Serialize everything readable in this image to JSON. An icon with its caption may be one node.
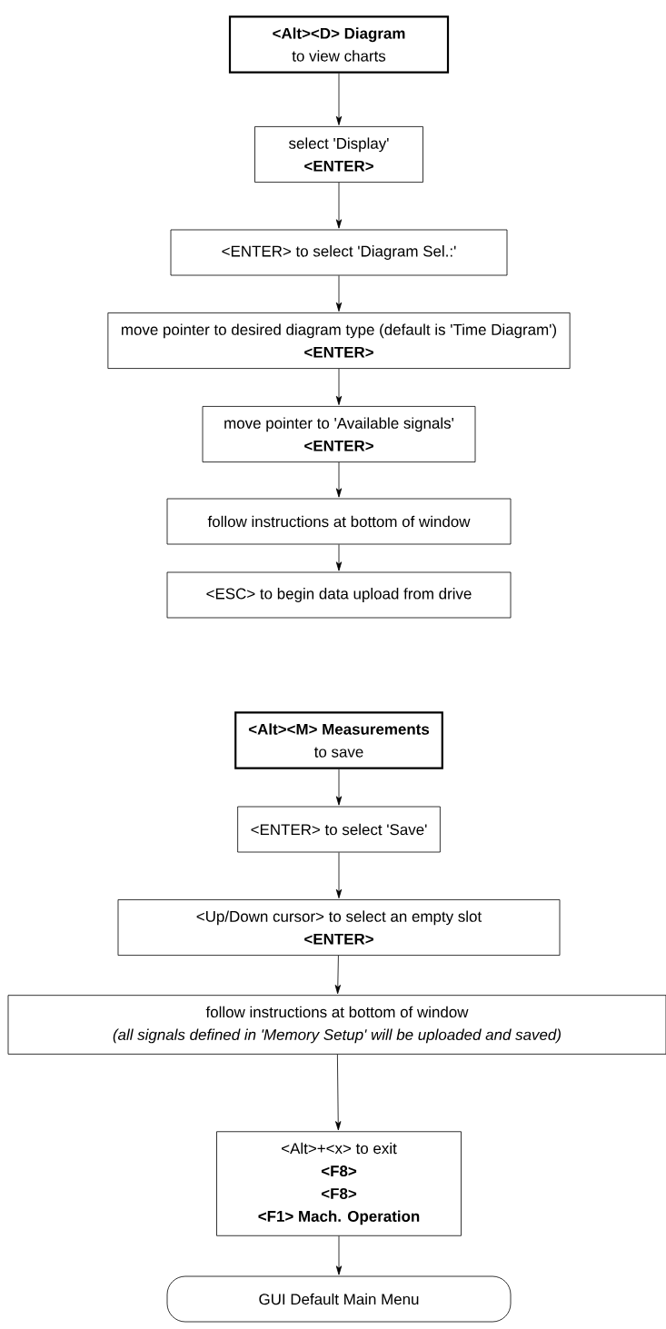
{
  "diagram": {
    "nodes": [
      {
        "text": [
          "<Alt><D> Diagram",
          "to view charts"
        ]
      },
      {
        "text": [
          "select 'Display'",
          "<ENTER>"
        ]
      },
      {
        "text": [
          "<ENTER> to select 'Diagram Sel.:'"
        ]
      },
      {
        "text": [
          "move pointer to desired diagram type (default is 'Time Diagram')",
          "<ENTER>"
        ]
      },
      {
        "text": [
          "move pointer to 'Available signals'",
          "<ENTER>"
        ]
      },
      {
        "text": [
          "follow instructions at bottom of window"
        ]
      },
      {
        "text": [
          "<ESC> to begin data upload from drive"
        ]
      },
      {
        "text": [
          "<Alt><M> Measurements",
          "to save"
        ]
      },
      {
        "text": [
          "<ENTER> to select 'Save'"
        ]
      },
      {
        "text": [
          "<Up/Down cursor> to select an empty slot",
          "<ENTER>"
        ]
      },
      {
        "text": [
          "follow instructions at bottom of window",
          "(all signals defined in 'Memory Setup' will be uploaded and saved)"
        ]
      },
      {
        "text": [
          "<Alt>+<x> to exit",
          "<F8>",
          "<F8>",
          "<F1> Mach. Operation"
        ]
      },
      {
        "text": [
          "GUI Default Main Menu"
        ]
      }
    ],
    "edges": [
      {
        "from": 0,
        "to": 1,
        "arrow": "to"
      },
      {
        "from": 1,
        "to": 2,
        "arrow": "to"
      },
      {
        "from": 2,
        "to": 3,
        "arrow": "to"
      },
      {
        "from": 3,
        "to": 4,
        "arrow": "to"
      },
      {
        "from": 4,
        "to": 5,
        "arrow": "to"
      },
      {
        "from": 5,
        "to": 6,
        "arrow": "to"
      },
      {
        "from": 7,
        "to": 8,
        "arrow": "to"
      },
      {
        "from": 8,
        "to": 9,
        "arrow": "to"
      },
      {
        "from": 9,
        "to": 10,
        "arrow": "to"
      },
      {
        "from": 10,
        "to": 11,
        "arrow": "to"
      },
      {
        "from": 11,
        "to": 12,
        "arrow": "to"
      }
    ]
  }
}
